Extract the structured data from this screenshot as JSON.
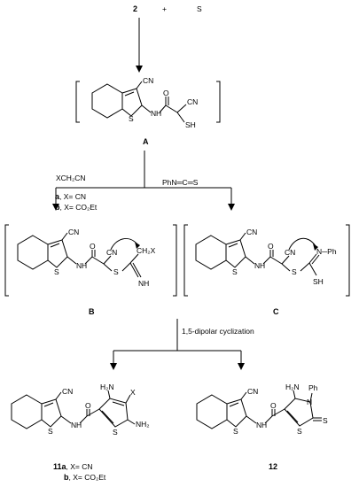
{
  "scheme": {
    "reactant_left": "2",
    "plus": "+",
    "reactant_right": "S",
    "label_A": "A",
    "label_B": "B",
    "label_C": "C",
    "label_11": "11a",
    "label_12": "12",
    "reagent_left": "XCH₂CN",
    "option_a_letter": "a",
    "option_a_text": ", X= CN",
    "option_b_letter": "b",
    "option_b_text": ", X= CO₂Et",
    "reagent_right": "PhN═C═S",
    "cyclization": "1,5-dipolar cyclization",
    "product_11a_text": ", X= CN",
    "product_11b_letter": "b",
    "product_11b_text": ", X= CO₂Et",
    "atoms": {
      "CN": "CN",
      "S": "S",
      "N": "N",
      "H": "H",
      "O": "O",
      "SH": "SH",
      "NH": "NH",
      "X": "X",
      "CH2X": "CH₂X",
      "Ph": "Ph",
      "NPh": "N─Ph",
      "H2N": "H₂N",
      "NH2": "NH₂"
    }
  }
}
